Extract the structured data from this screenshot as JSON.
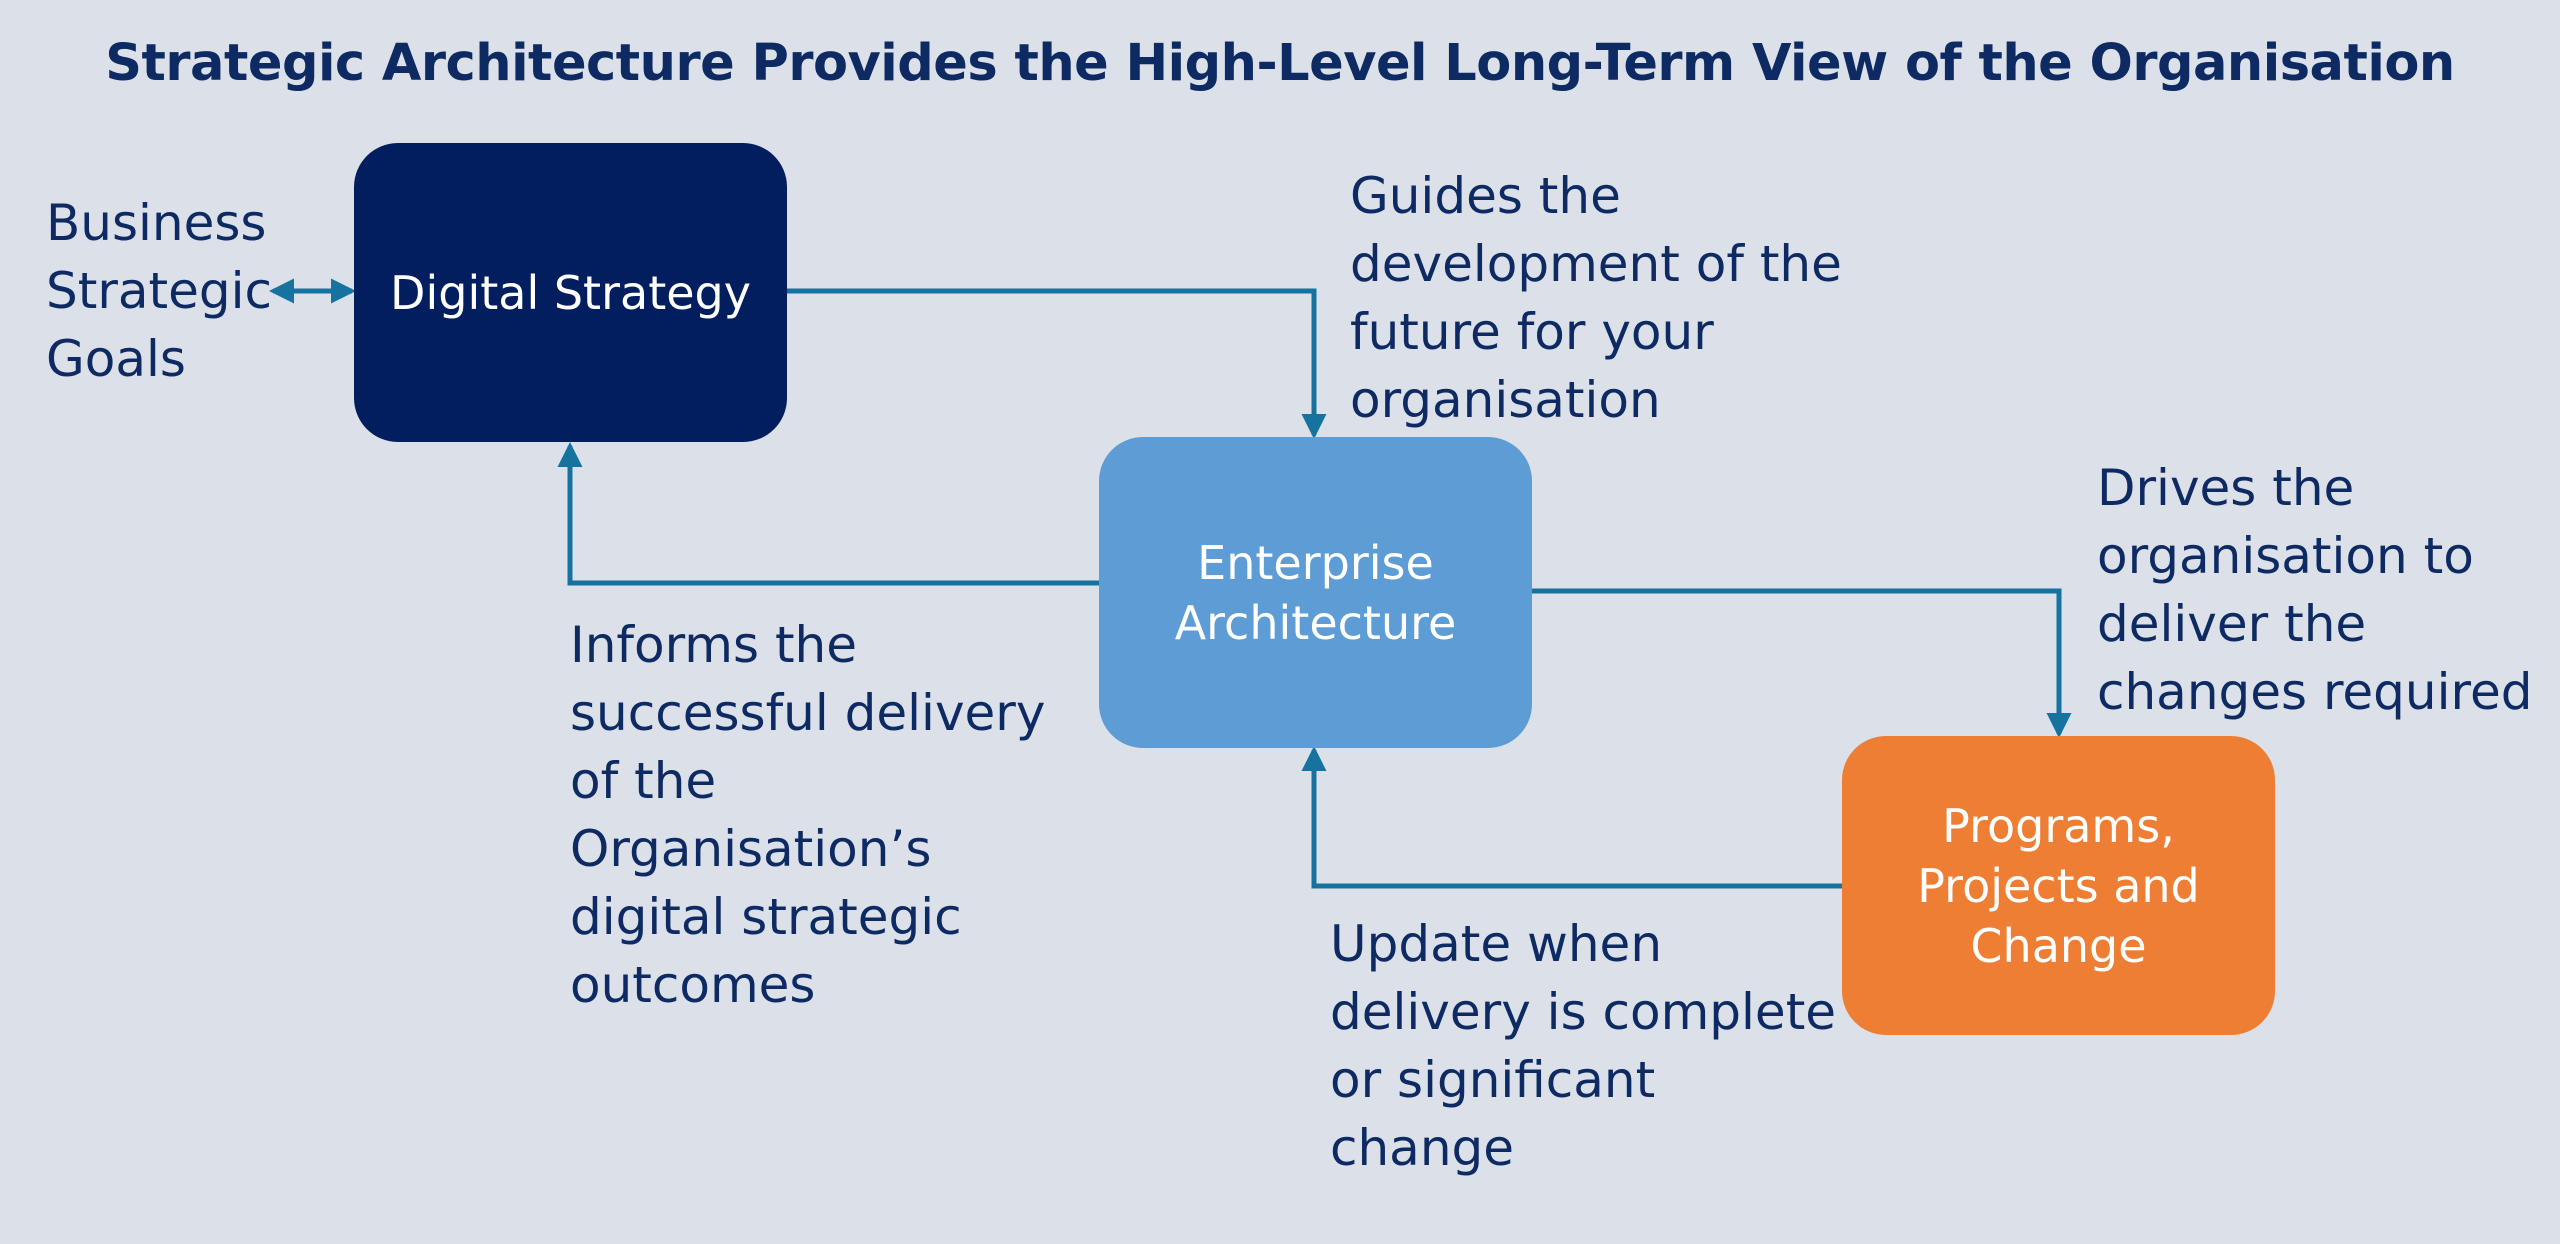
{
  "title": "Strategic Architecture Provides the High-Level Long-Term View of the Organisation",
  "colors": {
    "background": "#dbe0e9",
    "text": "#0e2a63",
    "connector": "#1673a0",
    "digital_strategy": "#021e5e",
    "enterprise_architecture": "#5e9cd6",
    "programs": "#ee7e34"
  },
  "nodes": {
    "digital_strategy": "Digital Strategy",
    "enterprise_architecture": "Enterprise\nArchitecture",
    "programs": "Programs,\nProjects and\nChange"
  },
  "labels": {
    "business_goals": "Business\nStrategic\nGoals",
    "guides": "Guides the\ndevelopment of the\nfuture for your\norganisation",
    "informs": "Informs the\nsuccessful delivery\nof the\nOrganisation’s\ndigital strategic\noutcomes",
    "drives": "Drives the\norganisation to\ndeliver the\nchanges required",
    "update": "Update when\ndelivery is complete\nor significant\nchange"
  }
}
